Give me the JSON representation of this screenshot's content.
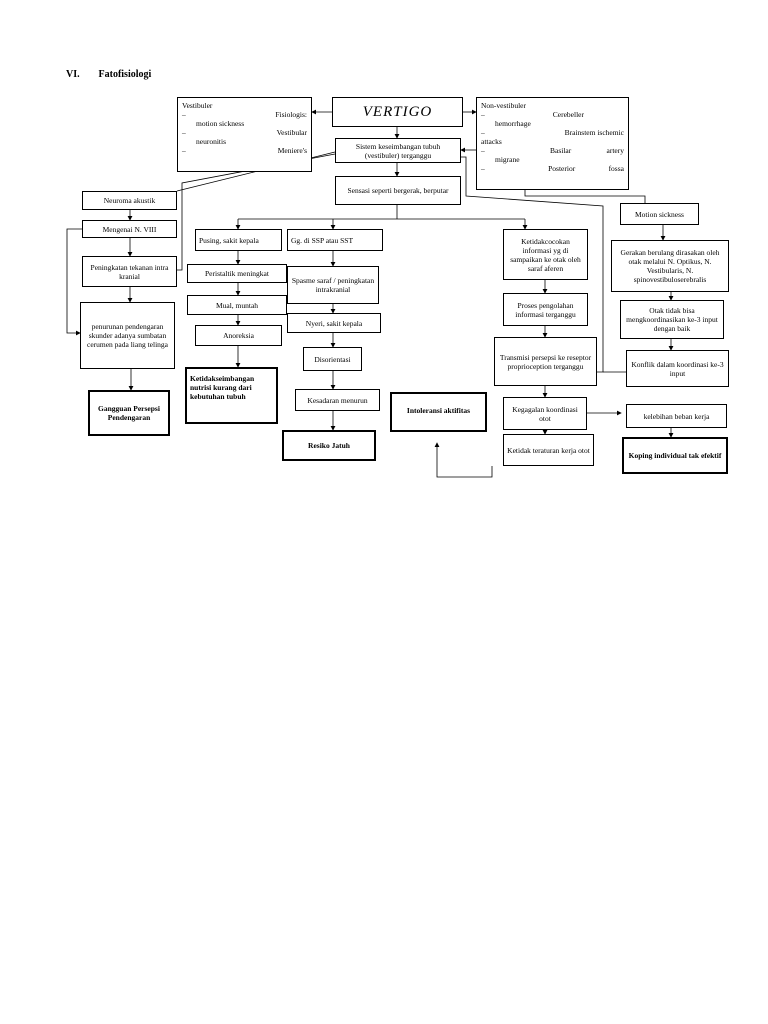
{
  "heading": {
    "number": "VI.",
    "title": "Fatofisiologi"
  },
  "nodes": {
    "vertigo": "VERTIGO",
    "vestibuler": {
      "title": "Vestibuler",
      "item1_a": "Fisiologis:",
      "item1_b": "motion sickness",
      "item2_a": "Vestibular",
      "item2_b": "neuronitis",
      "item3": "Meniere's",
      "dash": "–"
    },
    "non_vestibuler": {
      "title": "Non-vestibuler",
      "item1_a": "Cerebeller",
      "item1_b": "hemorrhage",
      "item2_a": "Brainstem  ischemic",
      "item2_b": "attacks",
      "item3_a": "Basilar",
      "item3_b": "artery",
      "item3_c": "migrane",
      "item4_a": "Posterior",
      "item4_b": "fossa",
      "dash": "–"
    },
    "sistem_keseimbangan": "Sistem keseimbangan tubuh (vestibuler) terganggu",
    "sensasi": "Sensasi seperti bergerak, berputar",
    "neuroma": "Neuroma akustik",
    "mengenai": "Mengenai N. VIII",
    "peningkatan_tekanan": "Peningkatan tekanan intra kranial",
    "penurunan": "penurunan pendengaran skunder adanya sumbatan cerumen pada liang telinga",
    "gangguan": "Gangguan Persepsi Pendengaran",
    "pusing": "Pusing, sakit kepala",
    "peristaltik": "Peristaltik meningkat",
    "mual": "Mual, muntah",
    "anoreksia": "Anoreksia",
    "ketidakseimbangan": "Ketidakseimbangan nutrisi kurang dari kebutuhan tubuh",
    "gg_ssp": "Gg. di SSP atau SST",
    "spasme": "Spasme saraf / peningkatan intrakranial",
    "nyeri": "Nyeri, sakit kepala",
    "disorientasi": "Disorientasi",
    "kesadaran": "Kesadaran menurun",
    "resiko": "Resiko Jatuh",
    "intoleransi": "Intoleransi aktifitas",
    "ketidakcocokan": "Ketidakcocokan informasi yg di sampaikan ke otak oleh saraf aferen",
    "proses": "Proses pengolahan informasi terganggu",
    "transmisi": "Transmisi persepsi ke reseptor proprioception terganggu",
    "kegagalan": "Kegagalan koordinasi otot",
    "ketidakteraturan": "Ketidak teraturan kerja otot",
    "motion_sickness": "Motion sickness",
    "gerakan": "Gerakan berulang dirasakan oleh otak melalui N. Optikus, N. Vestibularis, N. spinovestibuloserebralis",
    "otak_tidak": "Otak tidak bisa mengkoordinasikan ke-3 input dengan baik",
    "konflik": "Konflik dalam koordinasi ke-3 input",
    "kelebihan": "kelebihan beban kerja",
    "koping": "Koping individual tak efektif"
  }
}
